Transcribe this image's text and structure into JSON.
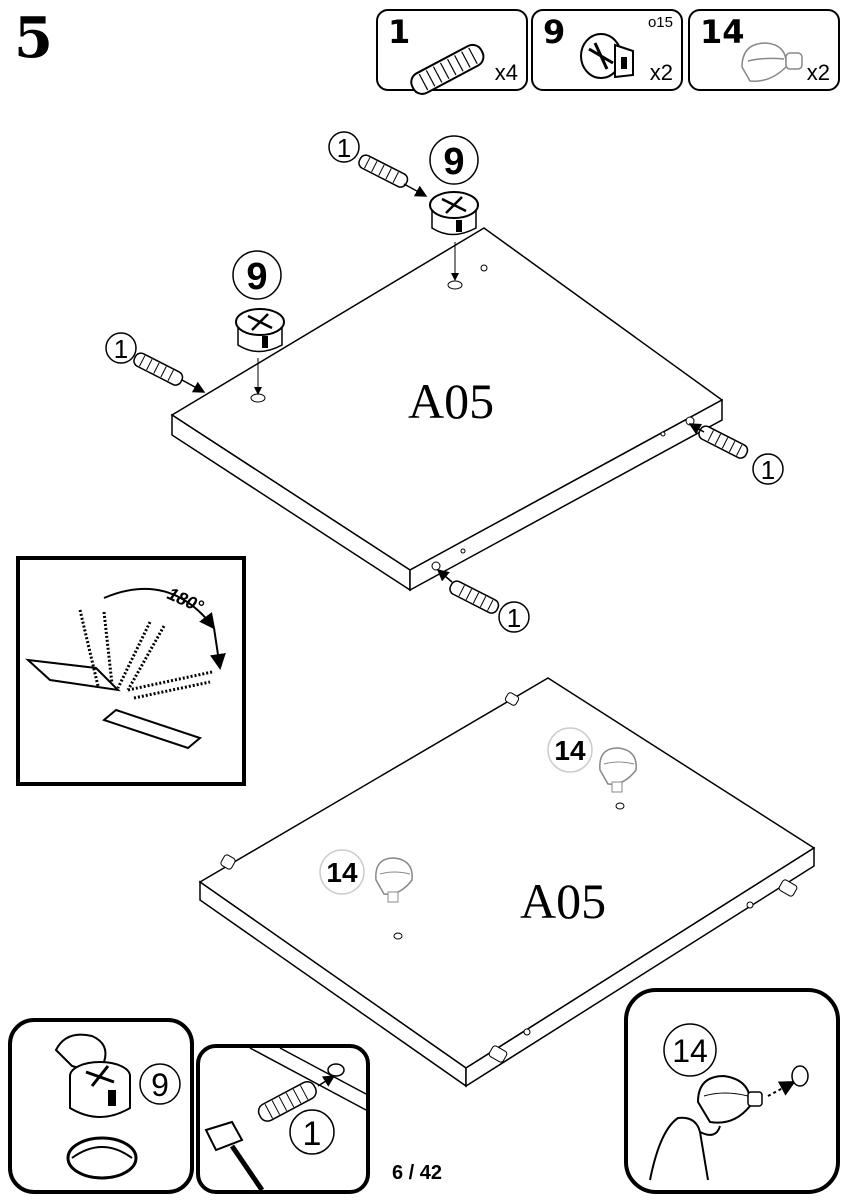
{
  "step": {
    "number": "5"
  },
  "parts": [
    {
      "id": "1",
      "qty": "x4",
      "code": "",
      "icon": "dowel-icon"
    },
    {
      "id": "9",
      "qty": "x2",
      "code": "o15",
      "icon": "cam-lock-icon"
    },
    {
      "id": "14",
      "qty": "x2",
      "code": "",
      "icon": "shelf-support-icon"
    }
  ],
  "panel_top": {
    "label": "A05"
  },
  "panel_bottom": {
    "label": "A05"
  },
  "callouts": {
    "dowel": "1",
    "cam": "9",
    "support": "14"
  },
  "rotation": {
    "angle": "180°"
  },
  "footer": {
    "page": "6 / 42"
  }
}
